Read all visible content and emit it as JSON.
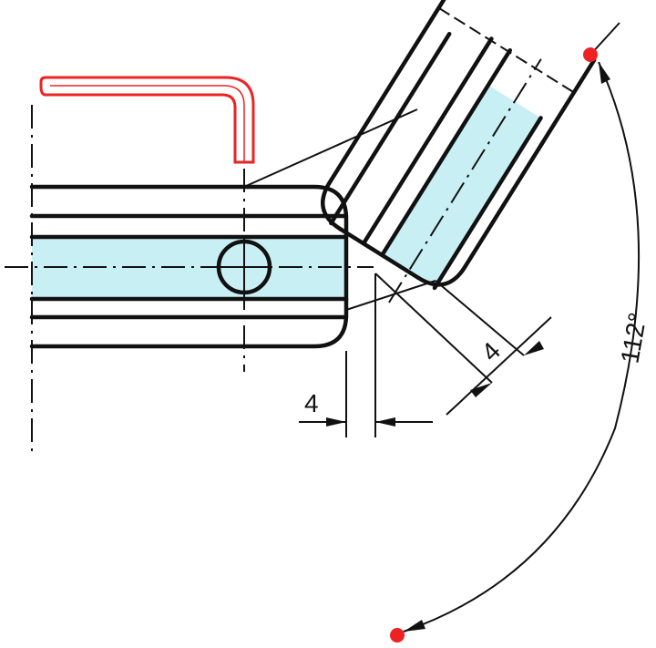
{
  "dimensions": {
    "gap_horizontal": "4",
    "gap_rotated": "4",
    "angle": "112°"
  },
  "colors": {
    "line": "#111111",
    "fill": "#c8f0f4",
    "marker": "#ee2222",
    "background": "#ffffff"
  },
  "icons": {
    "center_mark": "circle-crosshair-icon",
    "angle_endpoint": "red-dot-icon"
  }
}
